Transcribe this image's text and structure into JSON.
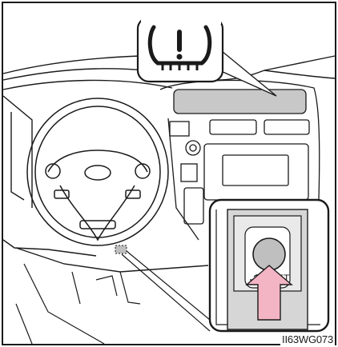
{
  "figure": {
    "code": "II63WG073",
    "button_label": "SET",
    "callouts": [
      {
        "name": "tire-pressure-warning-light",
        "icon": "tpms-warning-icon"
      },
      {
        "name": "tire-pressure-reset-switch",
        "icon": "reset-button"
      }
    ]
  },
  "colors": {
    "line": "#1a1a1a",
    "dash_gray": "#b3b3b3",
    "panel_gray": "#c8c8c8",
    "button_gray": "#bfbfbf",
    "arrow_pink": "#f3b4c4",
    "background": "#ffffff"
  }
}
